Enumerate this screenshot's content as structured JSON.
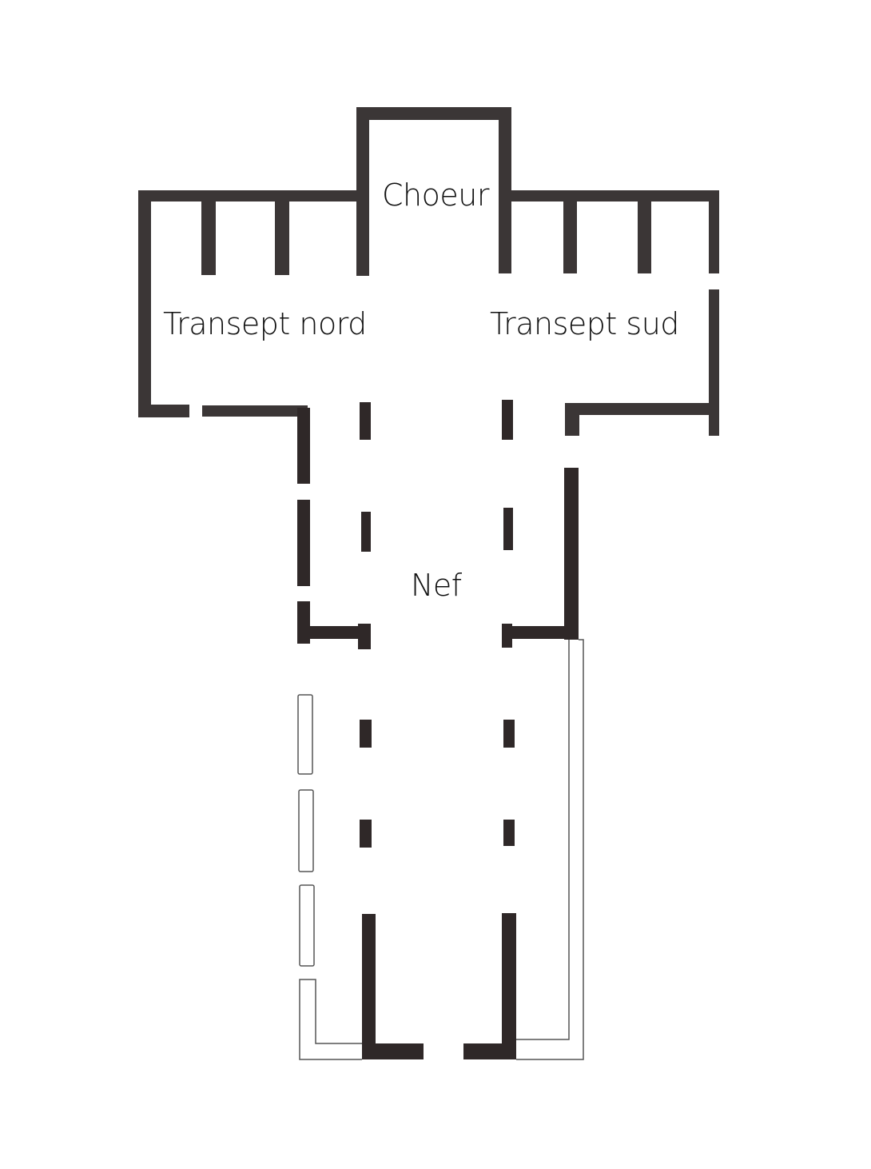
{
  "diagram": {
    "type": "church floor plan",
    "labels": {
      "choir": "Choeur",
      "north_transept": "Transept nord",
      "south_transept": "Transept sud",
      "nave": "Nef"
    },
    "colors": {
      "wall": "#2f2828",
      "upper_wall": "#3b3636",
      "outline": "#555555",
      "background": "#ffffff"
    }
  }
}
